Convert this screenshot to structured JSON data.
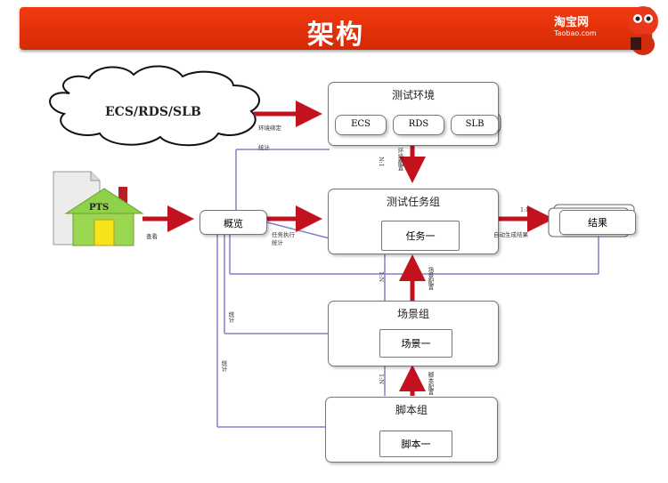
{
  "header": {
    "title": "架构",
    "logo_cn": "淘宝网",
    "logo_en": "Taobao.com"
  },
  "cloud_label": "ECS/RDS/SLB",
  "pts_label": "PTS",
  "overview_label": "概览",
  "test_env": {
    "title": "测试环境",
    "items": [
      "ECS",
      "RDS",
      "SLB"
    ]
  },
  "task_group": {
    "title": "测试任务组",
    "item": "任务一"
  },
  "result_label": "结果",
  "scene_group": {
    "title": "场景组",
    "item": "场景一"
  },
  "script_group": {
    "title": "脚本组",
    "item": "脚本一"
  },
  "edge_labels": {
    "view": "查看",
    "task_exec": "任务执行",
    "stats1": "统计",
    "stats2": "统计",
    "stats3": "统计",
    "stats4": "统计",
    "env_bind": "环境绑定",
    "auto_result": "自动生成结果",
    "n1": "N:1",
    "one_n_a": "1:N",
    "one_n_b": "1:N",
    "one_n_c": "1:N",
    "env_config": "环境配置",
    "scene_config": "场景配置",
    "script_config": "脚本配置"
  },
  "colors": {
    "header": "#e23208",
    "arrow": "#c1121e",
    "line": "#8080c8"
  }
}
